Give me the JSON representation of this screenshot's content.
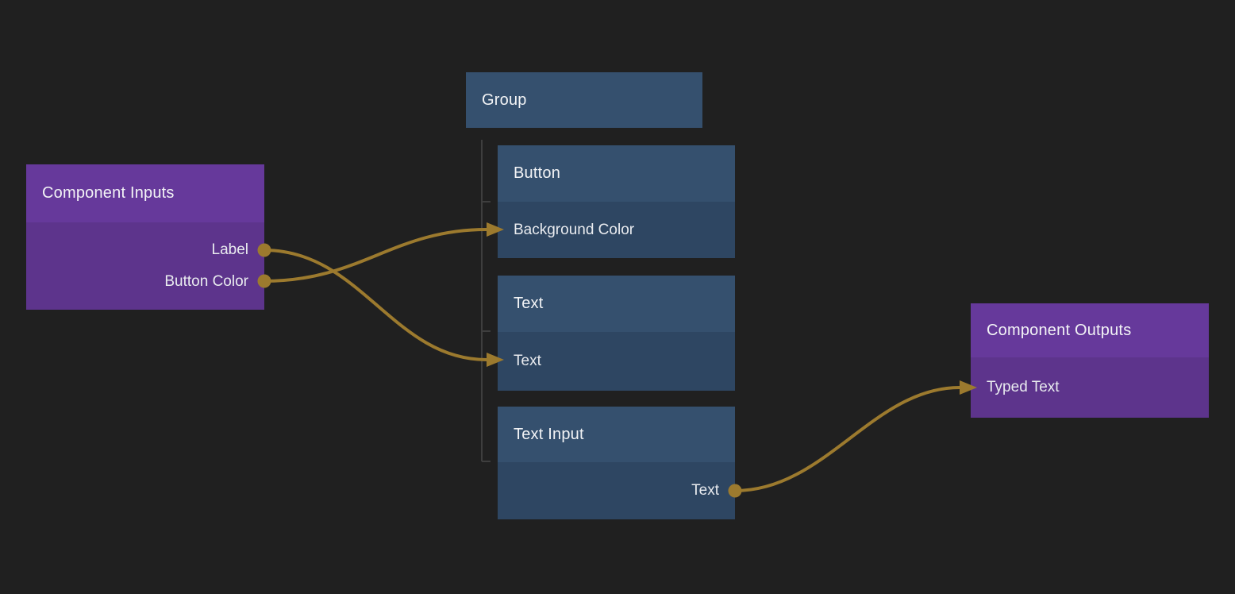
{
  "colors": {
    "background": "#202020",
    "purple_header": "#66399b",
    "purple_body": "#5d348c",
    "blue_header": "#35506e",
    "blue_body": "#2e4662",
    "wire": "#9c7a2e",
    "tree_line": "#3e3e3e",
    "title_text": "#f3f4f6",
    "port_text": "#e9ebef"
  },
  "nodes": {
    "component_inputs": {
      "title": "Component Inputs",
      "ports": [
        {
          "label": "Label",
          "direction": "output"
        },
        {
          "label": "Button Color",
          "direction": "output"
        }
      ]
    },
    "group": {
      "title": "Group",
      "children": [
        "Button",
        "Text",
        "Text Input"
      ]
    },
    "button": {
      "title": "Button",
      "ports": [
        {
          "label": "Background Color",
          "direction": "input"
        }
      ]
    },
    "text": {
      "title": "Text",
      "ports": [
        {
          "label": "Text",
          "direction": "input"
        }
      ]
    },
    "text_input": {
      "title": "Text Input",
      "ports": [
        {
          "label": "Text",
          "direction": "output"
        }
      ]
    },
    "component_outputs": {
      "title": "Component Outputs",
      "ports": [
        {
          "label": "Typed Text",
          "direction": "input"
        }
      ]
    }
  },
  "connections": [
    {
      "from": "Component Inputs.Label",
      "to": "Text.Text"
    },
    {
      "from": "Component Inputs.Button Color",
      "to": "Button.Background Color"
    },
    {
      "from": "Text Input.Text",
      "to": "Component Outputs.Typed Text"
    }
  ]
}
